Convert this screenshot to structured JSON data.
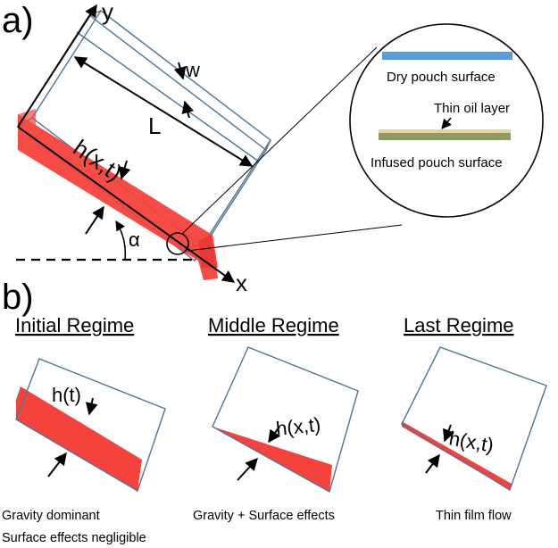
{
  "panels": {
    "a": {
      "label": "a)",
      "axis_y": "y",
      "axis_x": "x",
      "dim_w": "w",
      "dim_L": "L",
      "height_label": "h(x,t)",
      "angle_label": "α",
      "inset": {
        "dry_surface": "Dry pouch surface",
        "oil_layer": "Thin oil layer",
        "infused_surface": "Infused pouch surface"
      }
    },
    "b": {
      "label": "b)",
      "regimes": [
        {
          "title": "Initial Regime",
          "height_label": "h(t)",
          "caption_lines": [
            "Gravity dominant",
            "Surface effects negligible"
          ]
        },
        {
          "title": "Middle Regime",
          "height_label": "h(x,t)",
          "caption_lines": [
            "Gravity + Surface effects"
          ]
        },
        {
          "title": "Last Regime",
          "height_label": "h(x,t)",
          "caption_lines": [
            "Thin film flow"
          ]
        }
      ]
    }
  },
  "colors": {
    "liquid": "#f4433c",
    "box_edge": "#4f7494",
    "dry_surface": "#5f9bd4",
    "oil_layer": "#e8d497",
    "infused_surface": "#8d9a6a"
  }
}
